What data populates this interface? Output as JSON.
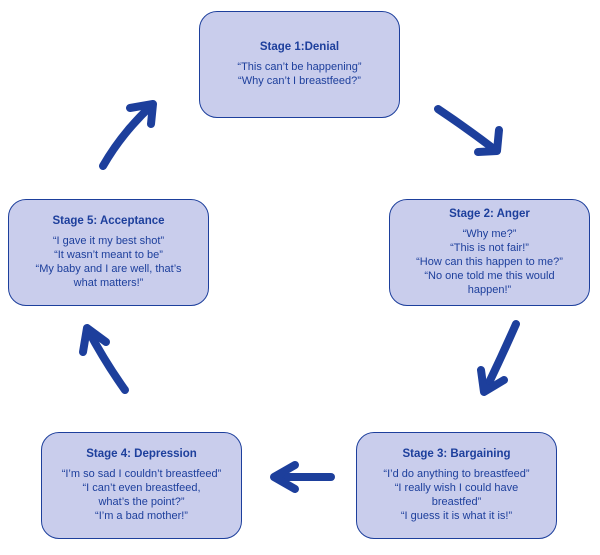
{
  "stages": [
    {
      "title": "Stage 1:Denial",
      "quotes": [
        "“This can’t be happening”",
        "“Why can’t I breastfeed?”"
      ]
    },
    {
      "title": "Stage 2: Anger",
      "quotes": [
        "“Why me?”",
        "“This is not fair!”",
        "“How can this happen to me?”",
        "“No one told me this would happen!”"
      ]
    },
    {
      "title": "Stage 3: Bargaining",
      "quotes": [
        "“I’d do anything to breastfeed”",
        "“I really wish I could have breastfed”",
        "“I guess it is what it is!”"
      ]
    },
    {
      "title": "Stage 4: Depression",
      "quotes": [
        "“I’m so sad I couldn’t breastfeed”",
        "“I can’t even breastfeed, what’s the point?”",
        "“I’m a bad mother!”"
      ]
    },
    {
      "title": "Stage 5: Acceptance",
      "quotes": [
        "“I gave it my best shot”",
        "“It wasn’t meant to be”",
        "“My baby and I are well, that’s what matters!”"
      ]
    }
  ],
  "colors": {
    "box_fill": "#c9cdec",
    "accent": "#1d3f9c"
  }
}
